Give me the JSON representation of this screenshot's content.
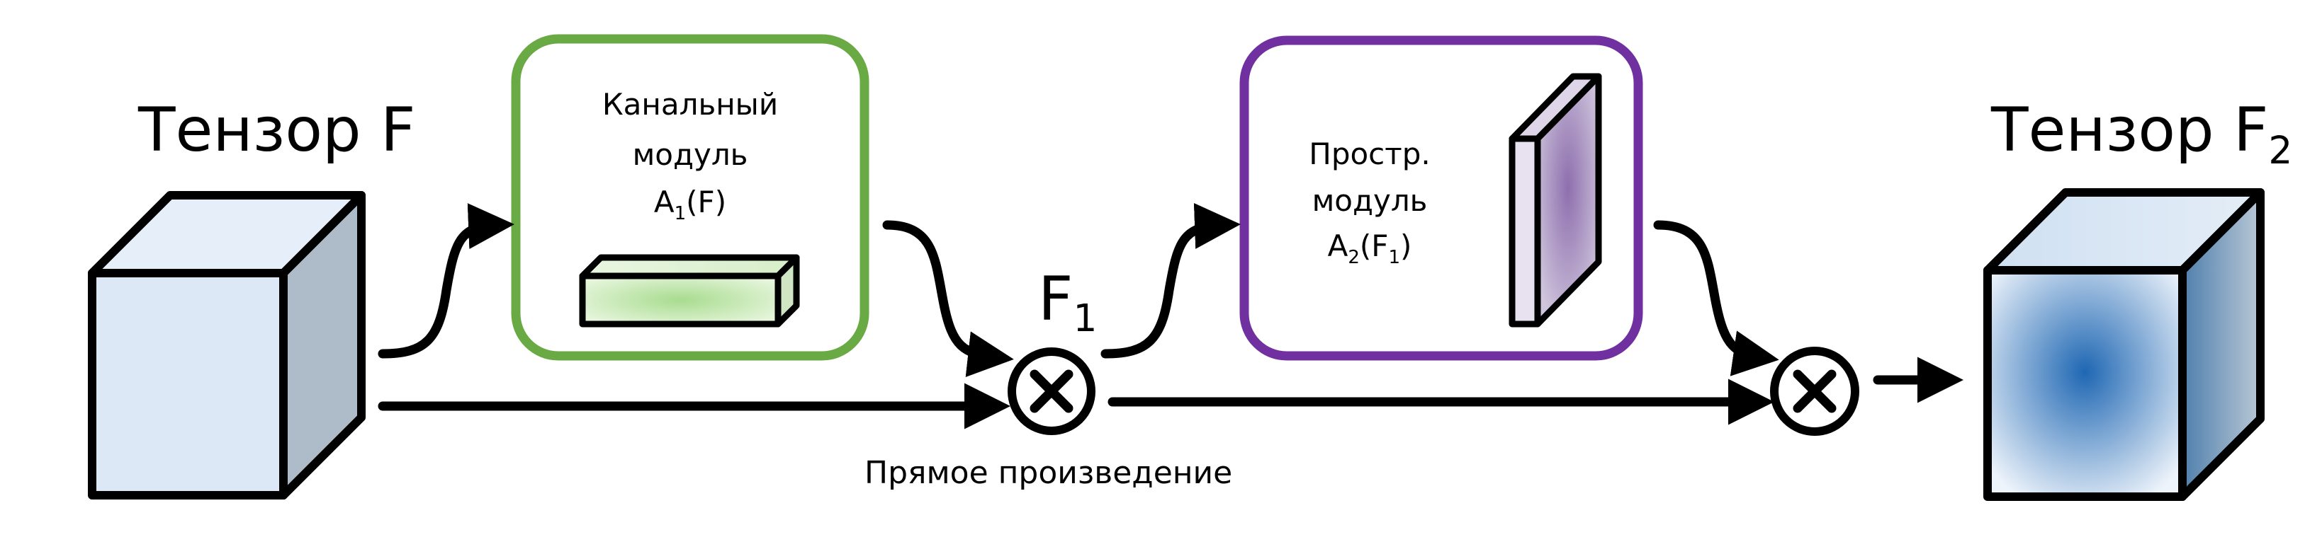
{
  "tensor_in": {
    "label": "Тензор F"
  },
  "tensor_out": {
    "label": "Тензор F",
    "sub": "2"
  },
  "channel_module": {
    "line1": "Канальный",
    "line2": "модуль",
    "fn": "A",
    "fn_sub": "1",
    "fn_arg": "(F)"
  },
  "spatial_module": {
    "line1": "Простр.",
    "line2": "модуль",
    "fn": "A",
    "fn_sub": "2",
    "fn_arg_open": "(F",
    "fn_arg_sub": "1",
    "fn_arg_close": ")"
  },
  "f1_label": {
    "text": "F",
    "sub": "1"
  },
  "product_label": "Прямое произведение",
  "colors": {
    "channel_border": "#6aaa45",
    "spatial_border": "#7030a0",
    "cube_in_front": "#dce8f6",
    "cube_in_side": "#aebbc8",
    "cube_out_center": "#2a6fb8"
  }
}
